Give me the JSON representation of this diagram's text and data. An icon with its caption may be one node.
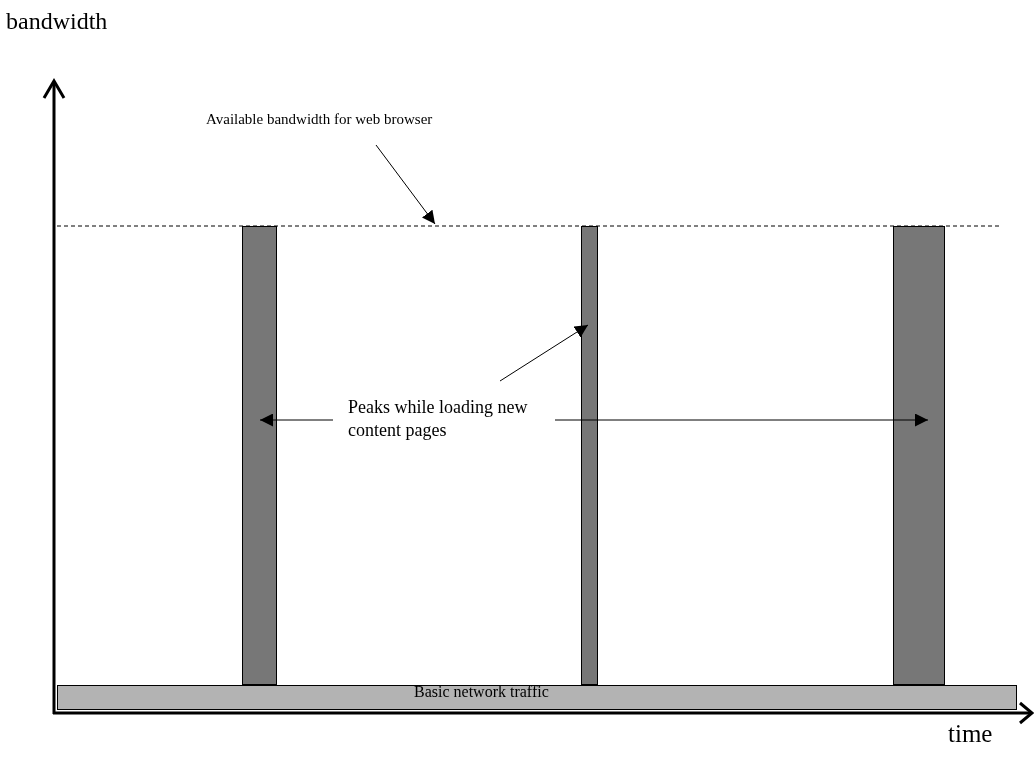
{
  "diagram": {
    "nodes": [
      {
        "text": [
          "Available bandwidth for web browser"
        ]
      },
      {
        "text": [],
        "shape": "line"
      },
      {
        "text": [
          "Peaks while loading new content pages"
        ]
      },
      {
        "text": [],
        "shape": "bar"
      },
      {
        "text": [],
        "shape": "bar"
      },
      {
        "text": [],
        "shape": "bar"
      },
      {
        "text": [
          "Basic network traffic"
        ]
      }
    ],
    "edges": [
      {
        "from": 0,
        "to": 1,
        "arrow": "to"
      },
      {
        "from": 2,
        "to": 3,
        "arrow": "to"
      },
      {
        "from": 2,
        "to": 4,
        "arrow": "to"
      },
      {
        "from": 2,
        "to": 5,
        "arrow": "to"
      }
    ],
    "labels": [
      "bandwidth",
      "time"
    ]
  }
}
